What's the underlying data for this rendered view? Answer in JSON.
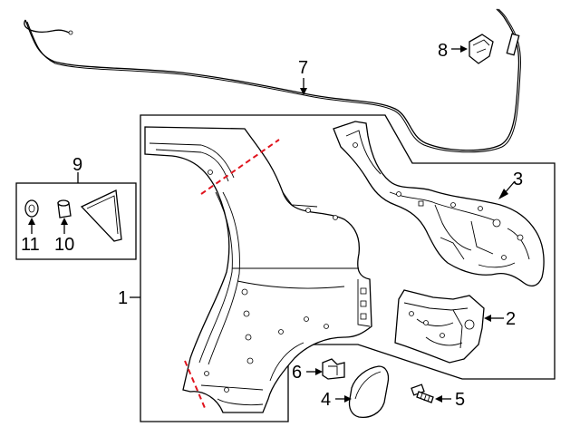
{
  "callouts": {
    "c1": "1",
    "c2": "2",
    "c3": "3",
    "c4": "4",
    "c5": "5",
    "c6": "6",
    "c7": "7",
    "c8": "8",
    "c9": "9",
    "c10": "10",
    "c11": "11"
  },
  "colors": {
    "outline": "#000000",
    "cut_line": "#e0141e",
    "background": "#ffffff"
  }
}
